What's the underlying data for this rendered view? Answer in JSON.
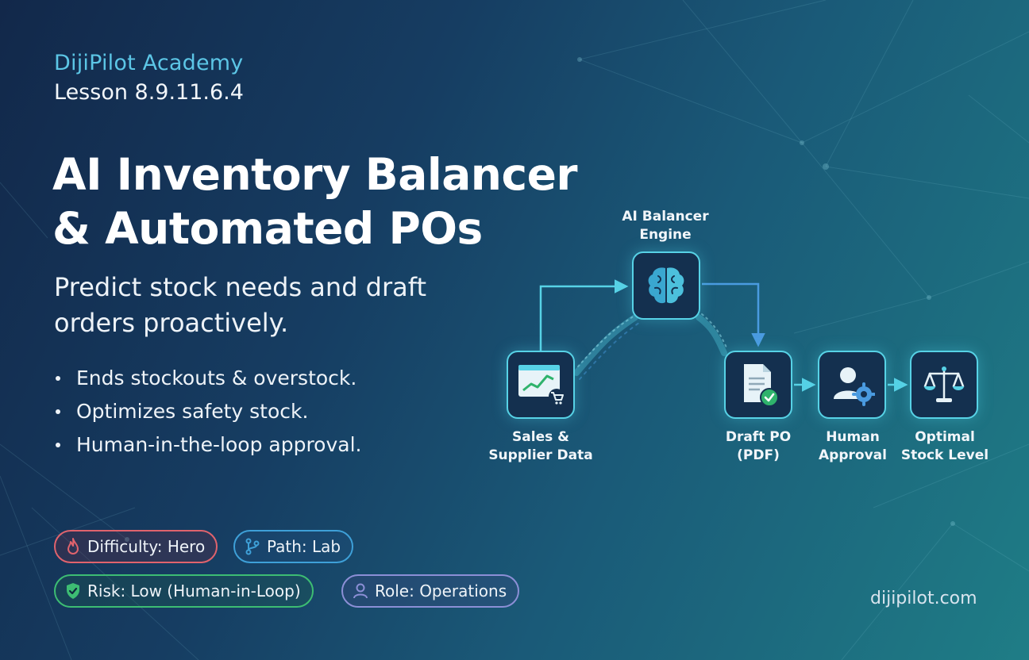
{
  "header": {
    "brand": "DijiPilot Academy",
    "lesson": "Lesson 8.9.11.6.4"
  },
  "title": {
    "line1": "AI Inventory Balancer",
    "line2": "& Automated POs"
  },
  "subtitle": "Predict stock needs and draft orders proactively.",
  "bullets": [
    "Ends stockouts & overstock.",
    "Optimizes safety stock.",
    "Human-in-the-loop approval."
  ],
  "tags": {
    "difficulty": "Difficulty: Hero",
    "path": "Path: Lab",
    "risk": "Risk: Low (Human-in-Loop)",
    "role": "Role: Operations"
  },
  "diagram": {
    "engine": "AI Balancer\nEngine",
    "sales": "Sales &\nSupplier Data",
    "draft": "Draft PO\n(PDF)",
    "human": "Human\nApproval",
    "optimal": "Optimal\nStock Level"
  },
  "footer": {
    "site": "dijipilot.com"
  },
  "colors": {
    "accent_cyan": "#57d2e6",
    "brand_blue": "#5cc6e6",
    "difficulty_red": "#e0636d",
    "path_blue": "#3ea0d8",
    "risk_green": "#3dbd73",
    "role_purple": "#8c8fd6"
  },
  "icons": {
    "engine": "brain-icon",
    "sales": "chart-cart-icon",
    "draft": "document-check-icon",
    "human": "user-gear-icon",
    "optimal": "scales-icon"
  }
}
